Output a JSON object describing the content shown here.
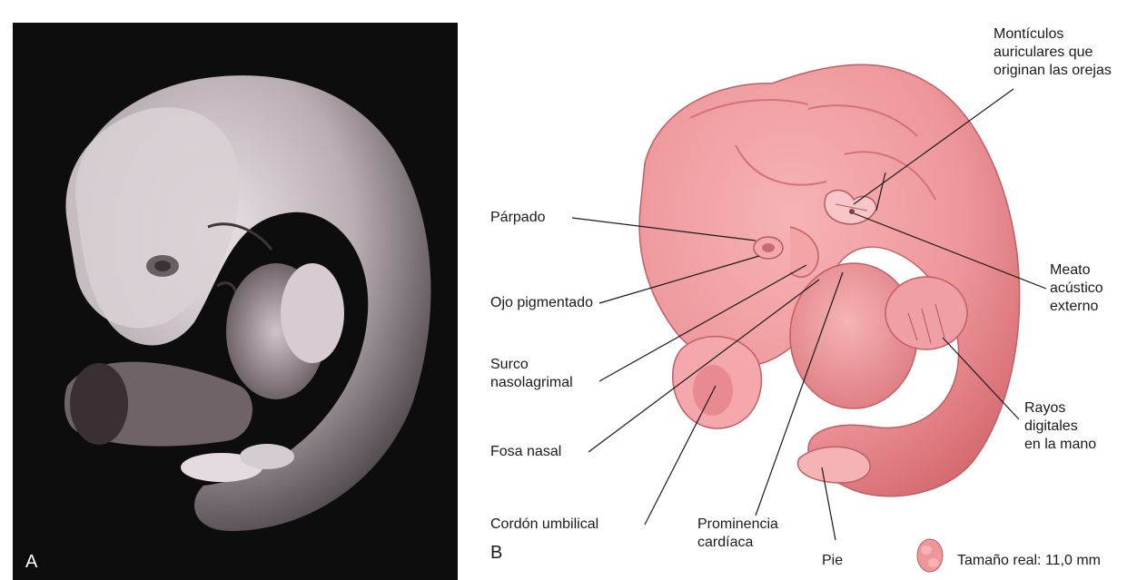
{
  "panels": {
    "a": {
      "letter": "A"
    },
    "b": {
      "letter": "B"
    }
  },
  "labels": {
    "montic": "Montículos\nauriculares que\noriginan las orejas",
    "parpado": "Párpado",
    "ojo": "Ojo pigmentado",
    "surco": "Surco\nnasolagrimal",
    "fosa": "Fosa nasal",
    "cordon": "Cordón umbilical",
    "prominencia": "Prominencia\ncardíaca",
    "pie": "Pie",
    "meato": "Meato\nacústico\nexterno",
    "rayos": "Rayos\ndigitales\nen la mano",
    "tamano": "Tamaño real: 11,0 mm"
  },
  "colors": {
    "embryo_light": "#f2a4a6",
    "embryo_mid": "#e9888c",
    "embryo_dark": "#d46a70",
    "photo_bg": "#0d0d0d",
    "photo_tissue": "#d8cfd3"
  },
  "icons": {
    "size_embryo": "small-embryo-icon"
  }
}
